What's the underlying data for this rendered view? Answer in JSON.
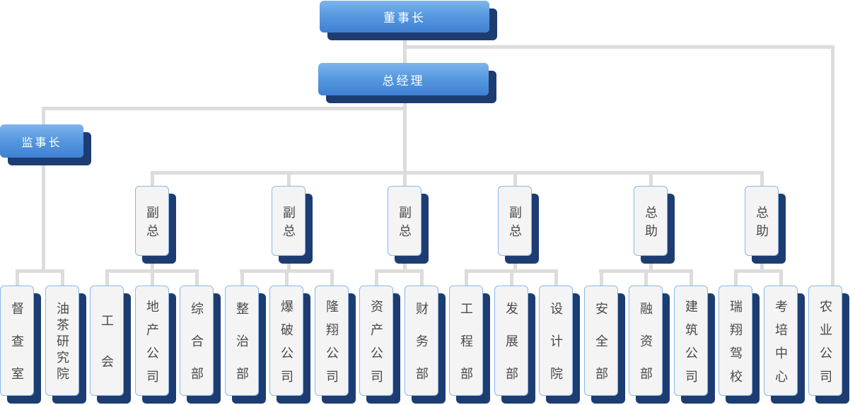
{
  "org": {
    "root": {
      "label": "董事长"
    },
    "general_manager": {
      "label": "总经理"
    },
    "supervisor": {
      "label": "监事长"
    },
    "executives": [
      {
        "label": "副总"
      },
      {
        "label": "副总"
      },
      {
        "label": "副总"
      },
      {
        "label": "副总"
      },
      {
        "label": "总助"
      },
      {
        "label": "总助"
      }
    ],
    "departments": [
      {
        "label": "督查室"
      },
      {
        "label": "油茶研究院"
      },
      {
        "label": "工会"
      },
      {
        "label": "地产公司"
      },
      {
        "label": "综合部"
      },
      {
        "label": "整治部"
      },
      {
        "label": "爆破公司"
      },
      {
        "label": "隆翔公司"
      },
      {
        "label": "资产公司"
      },
      {
        "label": "财务部"
      },
      {
        "label": "工程部"
      },
      {
        "label": "发展部"
      },
      {
        "label": "设计院"
      },
      {
        "label": "安全部"
      },
      {
        "label": "融资部"
      },
      {
        "label": "建筑公司"
      },
      {
        "label": "瑞翔驾校"
      },
      {
        "label": "考培中心"
      },
      {
        "label": "农业公司"
      }
    ]
  },
  "colors": {
    "box_gradient_top": "#7fb4ec",
    "box_gradient_bottom": "#3f80d2",
    "shadow_navy": "#1d3d72",
    "connector_gray": "#dcdcdc",
    "small_box_fill": "#f4f4f5",
    "small_box_border": "#8ab8e8",
    "small_box_text": "#4a4a4a"
  }
}
